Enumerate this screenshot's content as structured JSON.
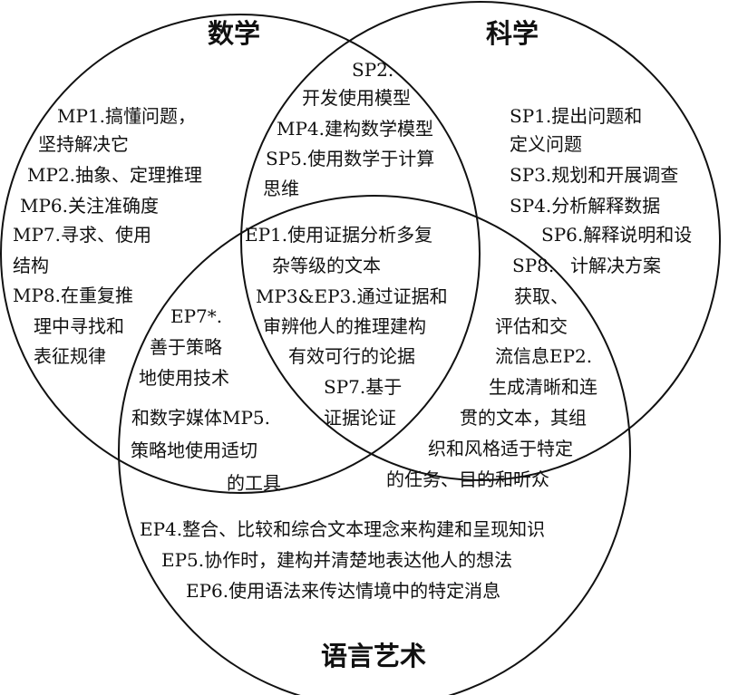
{
  "sets": {
    "math": "数学",
    "science": "科学",
    "language": "语言艺术"
  },
  "regions": {
    "math_only": [
      "MP1.搞懂问题，",
      "坚持解决它",
      "MP2.抽象、定理推理",
      "MP6.关注准确度",
      "MP7.寻求、使用",
      "结构",
      "MP8.在重复推",
      "理中寻找和",
      "表征规律"
    ],
    "math_science": [
      "SP2.",
      "开发使用模型",
      "MP4.建构数学模型",
      "SP5.使用数学于计算",
      "思维"
    ],
    "science_only": [
      "SP1.提出问题和",
      "定义问题",
      "SP3.规划和开展调查",
      "SP4.分析解释数据",
      "SP6.解释说明和设",
      "计解决方案"
    ],
    "all_three": [
      "EP1.使用证据分析多复",
      "杂等级的文本",
      "MP3&EP3.通过证据和",
      "审辨他人的推理建构",
      "有效可行的论据",
      "SP7.基于",
      "证据论证"
    ],
    "math_language": [
      "EP7*.",
      "善于策略",
      "地使用技术",
      "和数字媒体MP5.",
      "策略地使用适切",
      "的工具"
    ],
    "science_language": [
      "SP8.",
      "获取、",
      "评估和交",
      "流信息EP2.",
      "生成清晰和连",
      "贯的文本，其组",
      "织和风格适于特定",
      "的任务、目的和听众"
    ],
    "language_only": [
      "EP4.整合、比较和综合文本理念来构建和呈现知识",
      "EP5.协作时，建构并清楚地表达他人的想法",
      "EP6.使用语法来传达情境中的特定消息"
    ]
  }
}
